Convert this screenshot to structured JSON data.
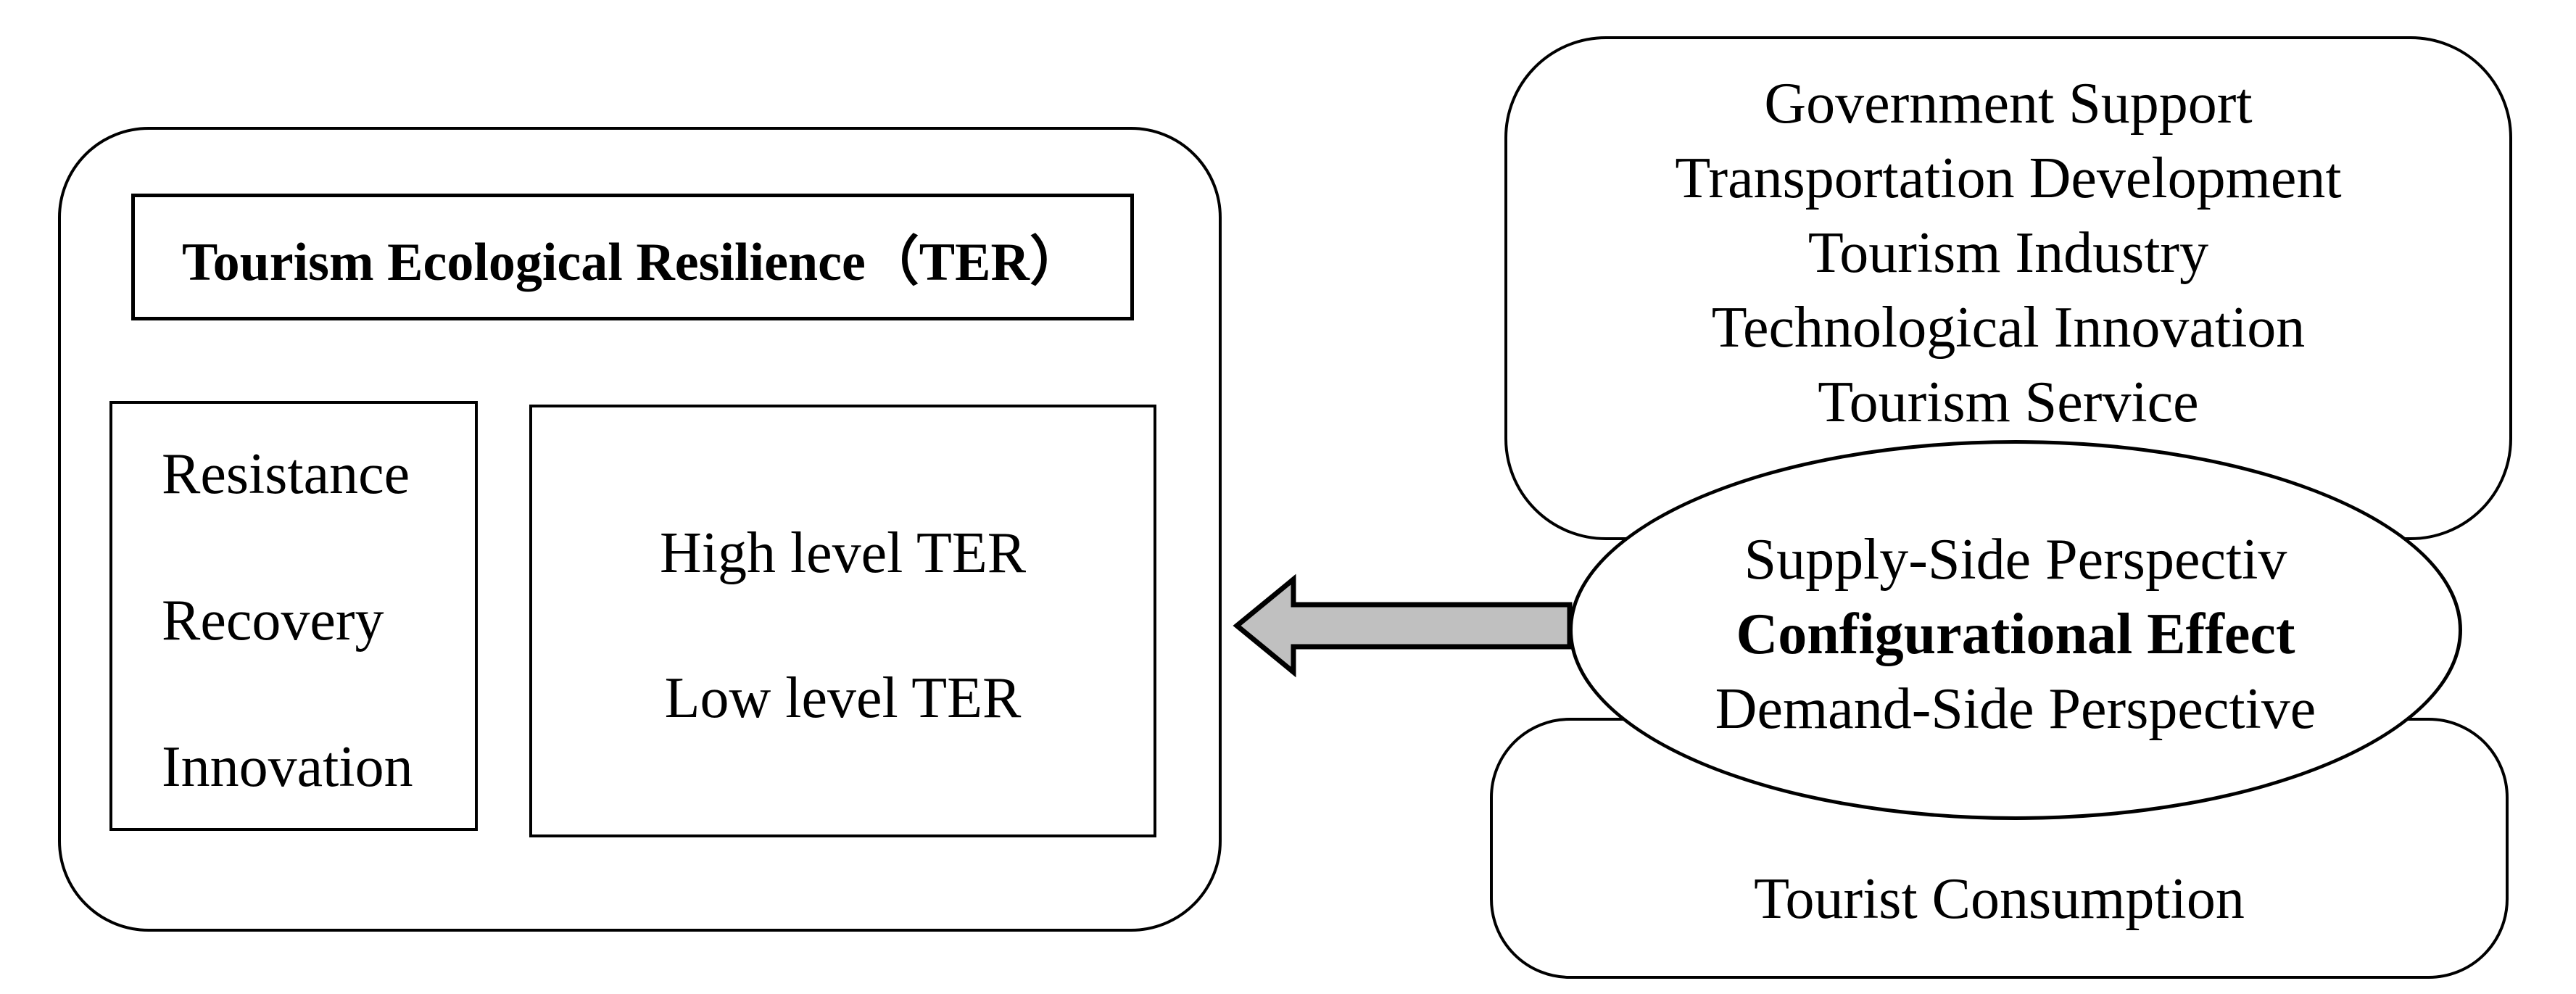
{
  "left_panel": {
    "title": "Tourism Ecological Resilience（TER）",
    "dimensions": {
      "items": [
        "Resistance",
        "Recovery",
        "Innovation"
      ]
    },
    "levels": {
      "items": [
        "High level TER",
        "Low level TER"
      ]
    }
  },
  "arrow": {
    "direction": "left",
    "fill": "#c0c0c0",
    "outline": "#000000"
  },
  "right_panel": {
    "supply_factors": {
      "items": [
        "Government Support",
        "Transportation Development",
        "Tourism Industry",
        "Technological Innovation",
        "Tourism Service"
      ]
    },
    "ellipse": {
      "items": [
        "Supply-Side Perspectiv",
        "Configurational Effect",
        "Demand-Side Perspective"
      ]
    },
    "demand_factor": "Tourist Consumption"
  }
}
